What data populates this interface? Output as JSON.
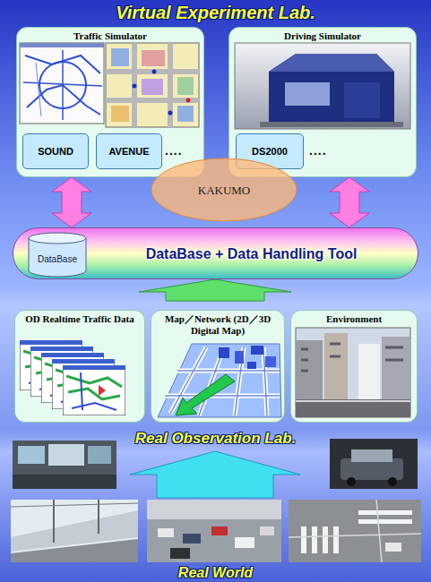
{
  "diagram": {
    "nodes": [
      {
        "text": [
          "Virtual Experiment Lab."
        ]
      },
      {
        "text": [
          "Traffic Simulator"
        ],
        "in": 0
      },
      {
        "text": [
          "SOUND"
        ],
        "in": 1
      },
      {
        "text": [
          "AVENUE"
        ],
        "in": 1
      },
      {
        "text": [
          "Driving Simulator"
        ],
        "in": 0
      },
      {
        "text": [
          "DS2000"
        ],
        "in": 4
      },
      {
        "text": [
          "KAKUMO"
        ],
        "in": 0
      },
      {
        "text": [
          "DataBase + Data Handling Tool"
        ]
      },
      {
        "text": [
          "DataBase"
        ],
        "in": 7
      },
      {
        "text": [
          "Real Observation Lab."
        ]
      },
      {
        "text": [
          "OD Realtime Traffic Data"
        ],
        "in": 9
      },
      {
        "text": [
          "Map／Network (2D／3D Digital Map)"
        ],
        "in": 9
      },
      {
        "text": [
          "Environment"
        ],
        "in": 9
      },
      {
        "text": [
          "Real World"
        ]
      }
    ],
    "edges": [
      {
        "from": 1,
        "to": 7,
        "arrow": "both"
      },
      {
        "from": 4,
        "to": 7,
        "arrow": "both"
      },
      {
        "from": 9,
        "to": 7,
        "arrow": "to"
      },
      {
        "from": 13,
        "to": 9,
        "arrow": "to"
      }
    ],
    "labels": [
      "....",
      "...."
    ]
  }
}
